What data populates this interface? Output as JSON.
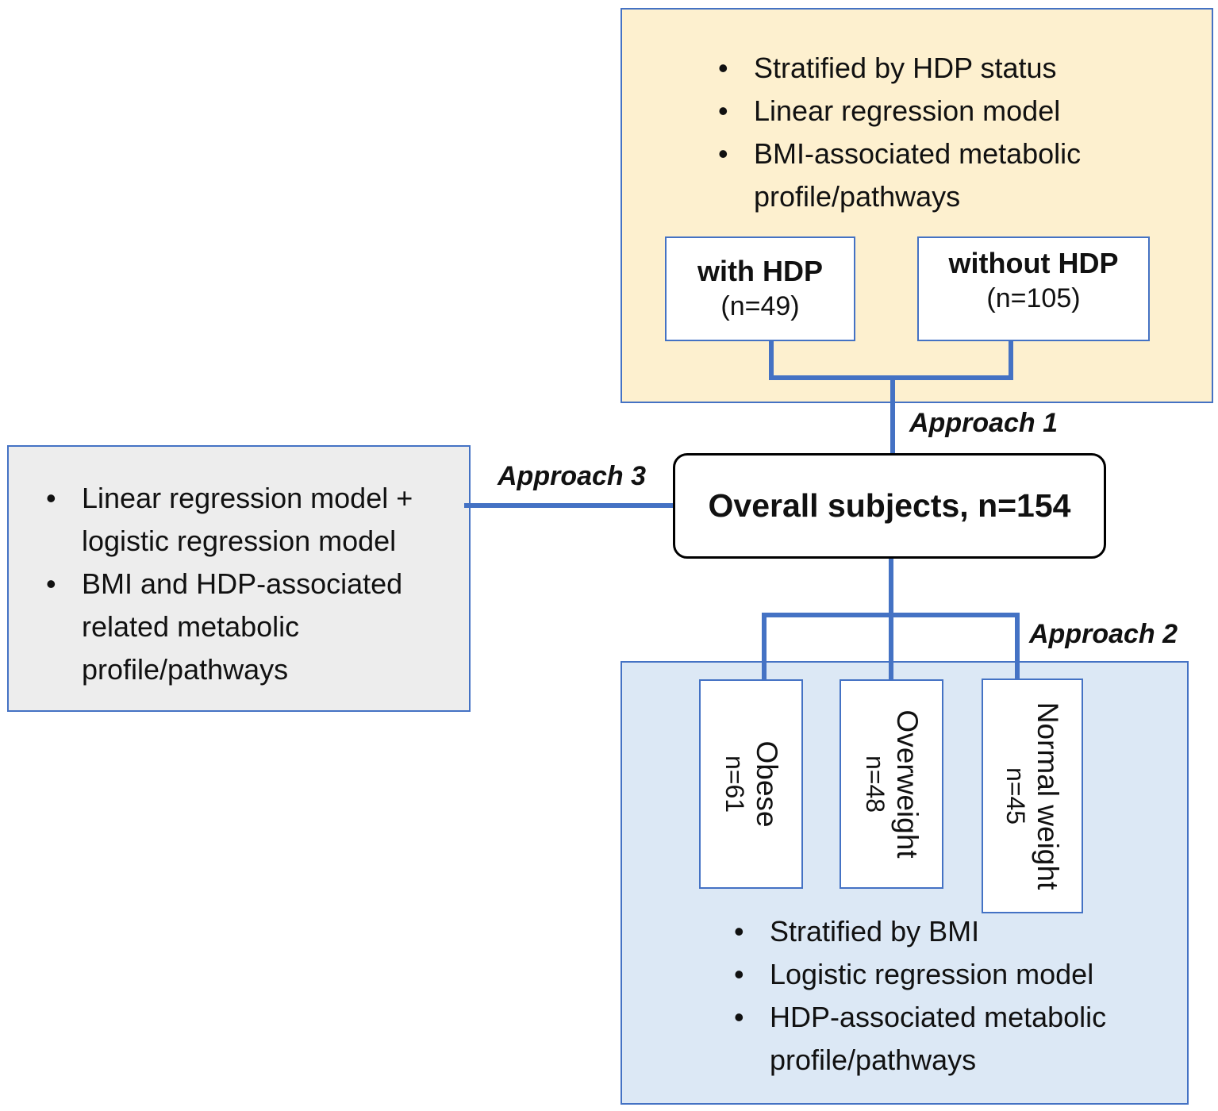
{
  "approach1": {
    "label": "Approach 1",
    "bullets": [
      "Stratified by HDP status",
      "Linear regression model",
      "BMI-associated metabolic profile/pathways"
    ],
    "groups": [
      {
        "title": "with HDP",
        "count": "(n=49)"
      },
      {
        "title": "without HDP",
        "count": "(n=105)"
      }
    ]
  },
  "approach2": {
    "label": "Approach 2",
    "bullets": [
      "Stratified by BMI",
      "Logistic regression model",
      "HDP-associated metabolic profile/pathways"
    ],
    "groups": [
      {
        "name": "Obese",
        "count": "n=61"
      },
      {
        "name": "Overweight",
        "count": "n=48"
      },
      {
        "name": "Normal weight",
        "count": "n=45"
      }
    ]
  },
  "approach3": {
    "label": "Approach 3",
    "bullets": [
      "Linear regression model + logistic regression model",
      "BMI and HDP-associated related metabolic profile/pathways"
    ]
  },
  "center": {
    "label": "Overall subjects, n=154"
  },
  "colors": {
    "connector": "#4472c4",
    "approach1_fill": "#fdf0cf",
    "approach2_fill": "#dce8f5",
    "approach3_fill": "#ededed"
  }
}
